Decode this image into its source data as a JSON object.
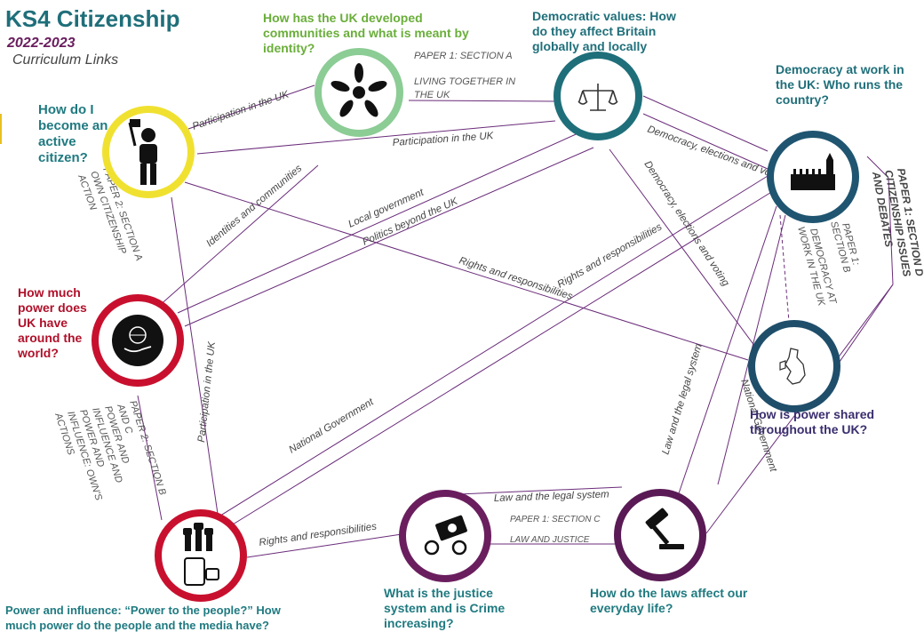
{
  "header": {
    "title": "KS4 Citizenship",
    "year": "2022-2023",
    "subtitle": "Curriculum Links"
  },
  "colors": {
    "title": "#1f6f7a",
    "year": "#6a1e5e",
    "connector": "#6a2c7a"
  },
  "nodes": {
    "active_citizen": {
      "question": "How do I become an active citizen?",
      "color": "#f0e130",
      "icon": "flag-person-icon",
      "text_color": "#1f7a80"
    },
    "identity": {
      "question": "How has the UK developed communities and what is meant by identity?",
      "color": "#8ccc95",
      "icon": "hands-circle-icon",
      "text_color": "#6aae3a"
    },
    "democratic_values": {
      "question": "Democratic values: How do they affect Britain globally and locally",
      "color": "#1f6f7a",
      "icon": "scales-icon",
      "text_color": "#1f6f7a"
    },
    "democracy_work": {
      "question": "Democracy at work in the UK: Who runs the country?",
      "color": "#1f5570",
      "icon": "parliament-icon",
      "text_color": "#1f6f7a"
    },
    "power_world": {
      "question": "How much power does UK have around the world?",
      "color": "#c8102e",
      "icon": "globe-hand-icon",
      "text_color": "#b0102a"
    },
    "power_shared": {
      "question": "How is power shared throughout the UK?",
      "color": "#1f4e6a",
      "icon": "uk-map-icon",
      "text_color": "#3a2e6e"
    },
    "power_people": {
      "question": "Power and influence: “Power to the people?” How much power do the people and the media have?",
      "color": "#c8102e",
      "icon": "raised-fists-icon",
      "text_color": "#1f7a80"
    },
    "justice": {
      "question": "What is the justice system and is Crime increasing?",
      "color": "#6a1e5e",
      "icon": "handcuffs-icon",
      "text_color": "#1f7a80"
    },
    "laws": {
      "question": "How do the laws affect our everyday life?",
      "color": "#5a1a55",
      "icon": "gavel-icon",
      "text_color": "#1f7a80"
    }
  },
  "links": {
    "participation_1": "Participation in the UK",
    "participation_2": "Participation in the UK",
    "participation_3": "Participation in the UK",
    "identities": "Identities and communities",
    "local_gov": "Local government",
    "politics_beyond": "Politics beyond the UK",
    "rights_1": "Rights and responsibilities",
    "rights_2": "Rights and responsibilities",
    "rights_3": "Rights and responsibilities",
    "democracy_1": "Democracy, elections and voting",
    "democracy_2": "Democracy, elections and voting",
    "national_gov_1": "National Government",
    "national_gov_2": "National Government",
    "law_legal_1": "Law and the legal system",
    "law_legal_2": "Law and the legal system"
  },
  "papers": {
    "p1a_line1": "PAPER 1: SECTION A",
    "p1a_line2": "LIVING TOGETHER IN",
    "p1a_line3": "THE UK",
    "p2a_line1": "PAPER 2: SECTION A",
    "p2a_line2": "OWN CITIZENSHIP",
    "p2a_line3": "ACTION",
    "p1b_line1": "PAPER 1:",
    "p1b_line2": "SECTION B",
    "p1b_line3": "DEMOCRACY AT",
    "p1b_line4": "WORK IN THE UK",
    "p1d_line1": "PAPER 1: SECTION D",
    "p1d_line2": "CITIZENSHIP ISSUES",
    "p1d_line3": "AND DEBATES",
    "p2b_line1": "PAPER 2: SECTION B",
    "p2b_line2": "AND C",
    "p2b_line3": "POWER AND",
    "p2b_line4": "INFLUENCE AND",
    "p2b_line5": "POWER AND",
    "p2b_line6": "INFLUENCE: OWN'S",
    "p2b_line7": "ACTIONS",
    "p1c_line1": "PAPER 1: SECTION C",
    "p1c_line2": "LAW AND JUSTICE"
  }
}
